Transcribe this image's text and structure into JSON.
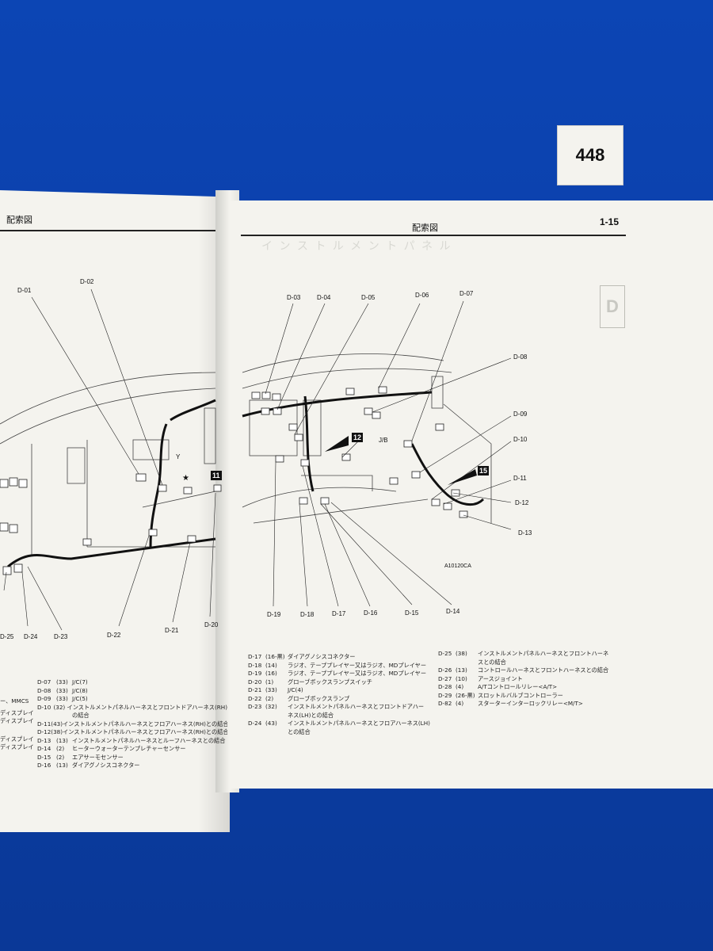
{
  "tag_number": "448",
  "left_page": {
    "header": "配索図",
    "callouts": [
      "D-01",
      "D-02",
      "Y",
      "D-25",
      "D-24",
      "D-23",
      "D-22",
      "D-21",
      "D-20"
    ],
    "badge": "11",
    "legend": [
      {
        "code": "D-07",
        "pins": "(33)",
        "desc": "J/C(7)"
      },
      {
        "code": "D-08",
        "pins": "(33)",
        "desc": "J/C(8)"
      },
      {
        "code": "D-09",
        "pins": "(33)",
        "desc": "J/C(5)"
      },
      {
        "code": "D-10",
        "pins": "(32)",
        "desc": "インストルメントパネルハーネスとフロントドアハーネス(RH)"
      },
      {
        "code": "",
        "pins": "",
        "desc": "の結合"
      },
      {
        "code": "D-11",
        "pins": "(43)",
        "desc": "インストルメントパネルハーネスとフロアハーネス(RH)との結合"
      },
      {
        "code": "D-12",
        "pins": "(38)",
        "desc": "インストルメントパネルハーネスとフロアハーネス(RH)との結合"
      },
      {
        "code": "D-13",
        "pins": "(13)",
        "desc": "インストルメントパネルハーネスとルーフハーネスとの結合"
      },
      {
        "code": "D-14",
        "pins": "(2)",
        "desc": "ヒーターウォーターテンプレチャーセンサー"
      },
      {
        "code": "D-15",
        "pins": "(2)",
        "desc": "エアサーモセンサー"
      },
      {
        "code": "D-16",
        "pins": "(13)",
        "desc": "ダイアグノシスコネクター"
      }
    ],
    "side_fragments": [
      "ー、MMCS",
      "ディスプレイ",
      "ディスプレイ",
      "ディスプレイ",
      "ディスプレイ"
    ]
  },
  "right_page": {
    "header": "配索図",
    "page_number": "1-15",
    "section_letter": "D",
    "callouts_top": [
      "D-03",
      "D-04",
      "D-05",
      "D-06",
      "D-07"
    ],
    "callouts_right": [
      "D-08",
      "D-09",
      "D-10",
      "D-11",
      "D-12",
      "D-13"
    ],
    "callouts_bottom": [
      "D-19",
      "D-18",
      "D-17",
      "D-16",
      "D-15",
      "D-14"
    ],
    "jb_label": "J/B",
    "badge_12": "12",
    "badge_15": "15",
    "figure_code": "A10120CA",
    "legend_left": [
      {
        "code": "D-17",
        "pins": "(16-黒)",
        "desc": "ダイアグノシスコネクター"
      },
      {
        "code": "D-18",
        "pins": "(14)",
        "desc": "ラジオ、テーププレイヤー又はラジオ、MDプレイヤー"
      },
      {
        "code": "D-19",
        "pins": "(16)",
        "desc": "ラジオ、テーププレイヤー又はラジオ、MDプレイヤー"
      },
      {
        "code": "D-20",
        "pins": "(1)",
        "desc": "グローブボックスランプスイッチ"
      },
      {
        "code": "D-21",
        "pins": "(33)",
        "desc": "J/C(4)"
      },
      {
        "code": "D-22",
        "pins": "(2)",
        "desc": "グローブボックスランプ"
      },
      {
        "code": "D-23",
        "pins": "(32)",
        "desc": "インストルメントパネルハーネスとフロントドアハー"
      },
      {
        "code": "",
        "pins": "",
        "desc": "ネス(LH)との結合"
      },
      {
        "code": "D-24",
        "pins": "(43)",
        "desc": "インストルメントパネルハーネスとフロアハーネス(LH)"
      },
      {
        "code": "",
        "pins": "",
        "desc": "との結合"
      }
    ],
    "legend_right": [
      {
        "code": "D-25",
        "pins": "(38)",
        "desc": "インストルメントパネルハーネスとフロントハーネ"
      },
      {
        "code": "",
        "pins": "",
        "desc": "スとの結合"
      },
      {
        "code": "D-26",
        "pins": "(13)",
        "desc": "コントロールハーネスとフロントハーネスとの結合"
      },
      {
        "code": "D-27",
        "pins": "(10)",
        "desc": "アースジョイント"
      },
      {
        "code": "D-28",
        "pins": "(4)",
        "desc": "A/Tコントロールリレー<A/T>"
      },
      {
        "code": "D-29",
        "pins": "(26-黒)",
        "desc": "スロットルバルブコントローラー"
      },
      {
        "code": "D-82",
        "pins": "(4)",
        "desc": "スターターインターロックリレー<M/T>"
      }
    ]
  }
}
